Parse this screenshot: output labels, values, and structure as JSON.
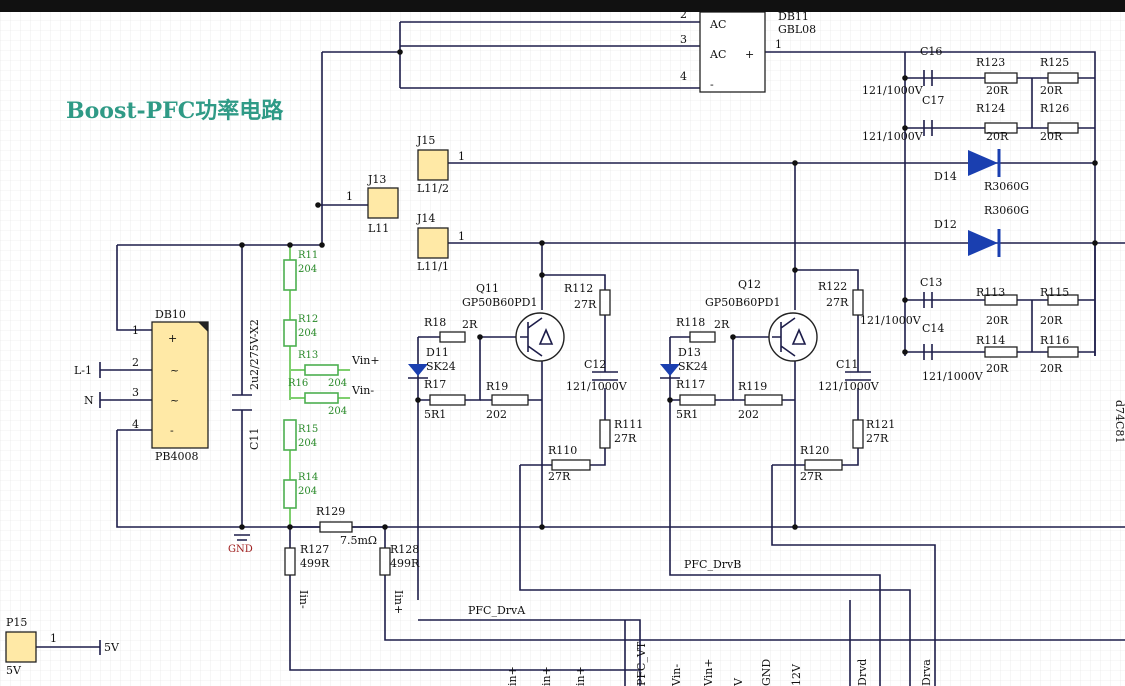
{
  "title": "Boost-PFC功率电路",
  "components": {
    "db11": {
      "ref": "DB11",
      "value": "GBL08",
      "pin_ac1": "AC",
      "pin_ac2": "AC",
      "pin_plus": "+",
      "pin_minus": "-",
      "n2": "2",
      "n3": "3",
      "n4": "4",
      "n1": "1"
    },
    "db10": {
      "ref": "DB10",
      "value": "PB4008",
      "n1": "1",
      "n2": "2",
      "n3": "3",
      "n4": "4",
      "plus": "+",
      "tilde": "~",
      "minus": "-"
    },
    "j13": {
      "ref": "J13",
      "value": "L11",
      "pin": "1"
    },
    "j15": {
      "ref": "J15",
      "value": "L11/2",
      "pin": "1"
    },
    "j14": {
      "ref": "J14",
      "value": "L11/1",
      "pin": "1"
    },
    "p15": {
      "ref": "P15",
      "value": "5V",
      "pin": "1",
      "net": "5V"
    },
    "c11": {
      "ref": "C11",
      "value": "2u2/275V-X2"
    },
    "q11": {
      "ref": "Q11",
      "value": "GP50B60PD1"
    },
    "q12": {
      "ref": "Q12",
      "value": "GP50B60PD1"
    },
    "d11": {
      "ref": "D11",
      "value": "SK24"
    },
    "d13": {
      "ref": "D13",
      "value": "SK24"
    },
    "d14": {
      "ref": "D14",
      "value": "R3060G"
    },
    "d12": {
      "ref": "D12",
      "value": "R3060G"
    },
    "c12": {
      "ref": "C12",
      "value": "121/1000V"
    },
    "c11b": {
      "ref": "C11",
      "value": "121/1000V"
    },
    "c16": {
      "ref": "C16",
      "value": "121/1000V"
    },
    "c17": {
      "ref": "C17",
      "value": "121/1000V"
    },
    "c13": {
      "ref": "C13",
      "value": "121/1000V"
    },
    "c14": {
      "ref": "C14",
      "value": "121/1000V"
    },
    "r11": {
      "ref": "R11",
      "value": "204"
    },
    "r12": {
      "ref": "R12",
      "value": "204"
    },
    "r13": {
      "ref": "R13",
      "value": "204"
    },
    "r16": {
      "ref": "R16",
      "value": "204"
    },
    "r15": {
      "ref": "R15",
      "value": "204"
    },
    "r14": {
      "ref": "R14",
      "value": "204"
    },
    "r18": {
      "ref": "R18",
      "value": "2R"
    },
    "r17": {
      "ref": "R17",
      "value": "5R1"
    },
    "r19": {
      "ref": "R19",
      "value": "202"
    },
    "r112": {
      "ref": "R112",
      "value": "27R"
    },
    "r111": {
      "ref": "R111",
      "value": "27R"
    },
    "r110": {
      "ref": "R110",
      "value": "27R"
    },
    "r118": {
      "ref": "R118",
      "value": "2R"
    },
    "r117": {
      "ref": "R117",
      "value": "5R1"
    },
    "r119": {
      "ref": "R119",
      "value": "202"
    },
    "r122": {
      "ref": "R122",
      "value": "27R"
    },
    "r121": {
      "ref": "R121",
      "value": "27R"
    },
    "r120": {
      "ref": "R120",
      "value": "27R"
    },
    "r123": {
      "ref": "R123",
      "value": "20R"
    },
    "r125": {
      "ref": "R125",
      "value": "20R"
    },
    "r124": {
      "ref": "R124",
      "value": "20R"
    },
    "r126": {
      "ref": "R126",
      "value": "20R"
    },
    "r113": {
      "ref": "R113",
      "value": "20R"
    },
    "r115": {
      "ref": "R115",
      "value": "20R"
    },
    "r114": {
      "ref": "R114",
      "value": "20R"
    },
    "r116": {
      "ref": "R116",
      "value": "20R"
    },
    "r129": {
      "ref": "R129",
      "value": "7.5mΩ"
    },
    "r127": {
      "ref": "R127",
      "value": "499R"
    },
    "r128": {
      "ref": "R128",
      "value": "499R"
    }
  },
  "nets": {
    "vin_plus": "Vin+",
    "vin_minus": "Vin-",
    "l1": "L-1",
    "n": "N",
    "gnd": "GND",
    "iin_minus": "Iin-",
    "iin_plus": "Iin+",
    "pfc_drva": "PFC_DrvA",
    "pfc_drvb": "PFC_DrvB",
    "right_edge": "d74C81",
    "bottom_labels": [
      "in+",
      "in+",
      "in+",
      "PFC_VT",
      "Vin-",
      "Vin+",
      "V",
      "GND",
      "12V",
      "Drvd",
      "Drva"
    ]
  }
}
